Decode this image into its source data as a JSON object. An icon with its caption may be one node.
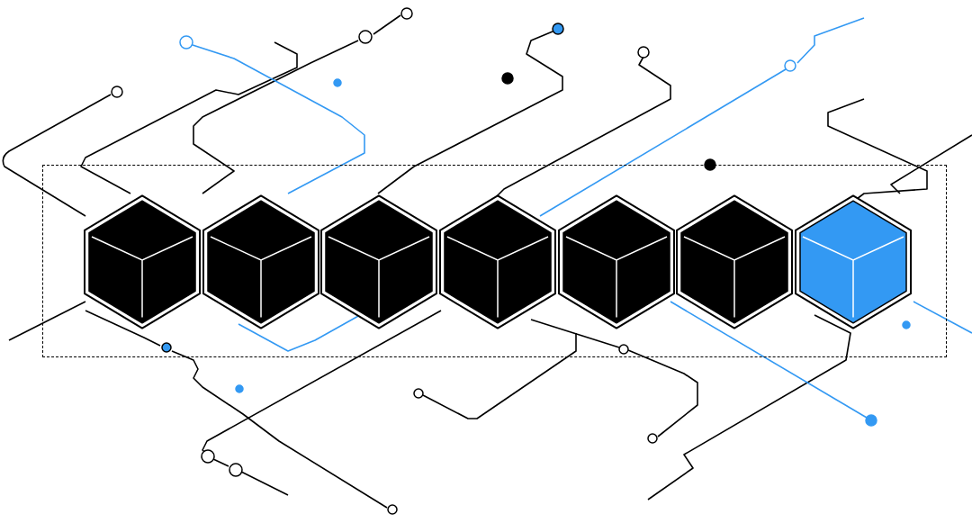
{
  "diagram": {
    "nodes": [
      {
        "text": [],
        "shape": "box"
      },
      {
        "text": [],
        "shape": "cube",
        "in": 0
      },
      {
        "text": [],
        "shape": "cube",
        "in": 0
      },
      {
        "text": [],
        "shape": "cube",
        "in": 0
      },
      {
        "text": [],
        "shape": "cube",
        "in": 0
      },
      {
        "text": [],
        "shape": "cube",
        "in": 0
      },
      {
        "text": [],
        "shape": "cube",
        "in": 0
      },
      {
        "text": [],
        "shape": "cube",
        "in": 0
      }
    ]
  }
}
